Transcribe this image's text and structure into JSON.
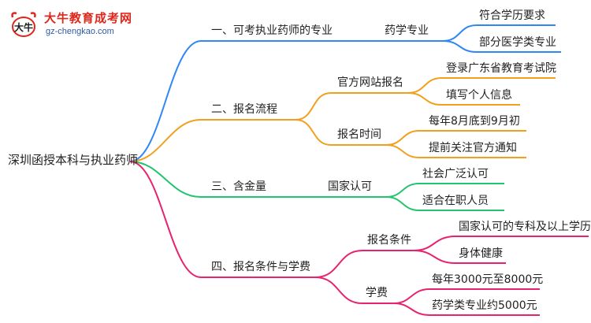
{
  "logo": {
    "mark_text": "大牛",
    "title": "大牛教育成考网",
    "url": "gz-chengkao.com"
  },
  "colors": {
    "blue": "#2f86f5",
    "orange": "#f2a01b",
    "green": "#23c46e",
    "pink": "#e8226e"
  },
  "root": "深圳函授本科与执业药师",
  "branches": [
    {
      "label": "一、可考执业药师的专业",
      "children": [
        {
          "label": "药学专业",
          "children": [
            "符合学历要求",
            "部分医学类专业"
          ]
        }
      ]
    },
    {
      "label": "二、报名流程",
      "children": [
        {
          "label": "官方网站报名",
          "children": [
            "登录广东省教育考试院",
            "填写个人信息"
          ]
        },
        {
          "label": "报名时间",
          "children": [
            "每年8月底到9月初",
            "提前关注官方通知"
          ]
        }
      ]
    },
    {
      "label": "三、含金量",
      "children": [
        {
          "label": "国家认可",
          "children": [
            "社会广泛认可",
            "适合在职人员"
          ]
        }
      ]
    },
    {
      "label": "四、报名条件与学费",
      "children": [
        {
          "label": "报名条件",
          "children": [
            "国家认可的专科及以上学历",
            "身体健康"
          ]
        },
        {
          "label": "学费",
          "children": [
            "每年3000元至8000元",
            "药学类专业约5000元"
          ]
        }
      ]
    }
  ]
}
